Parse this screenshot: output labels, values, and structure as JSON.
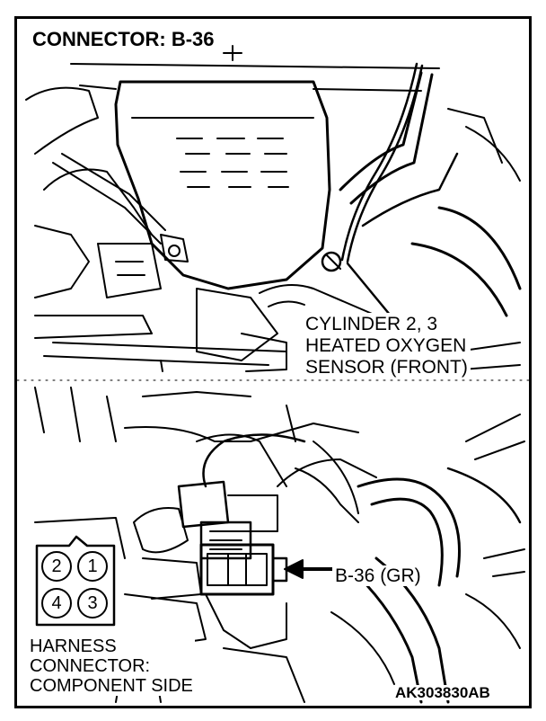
{
  "title": "CONNECTOR: B-36",
  "sensor_callout": [
    "CYLINDER 2, 3",
    "HEATED OXYGEN",
    "SENSOR (FRONT)"
  ],
  "connector_callout": "B-36 (GR)",
  "harness_label": [
    "HARNESS",
    "CONNECTOR:",
    "COMPONENT SIDE"
  ],
  "pins": [
    "2",
    "1",
    "4",
    "3"
  ],
  "figure_code": "AK303830AB"
}
